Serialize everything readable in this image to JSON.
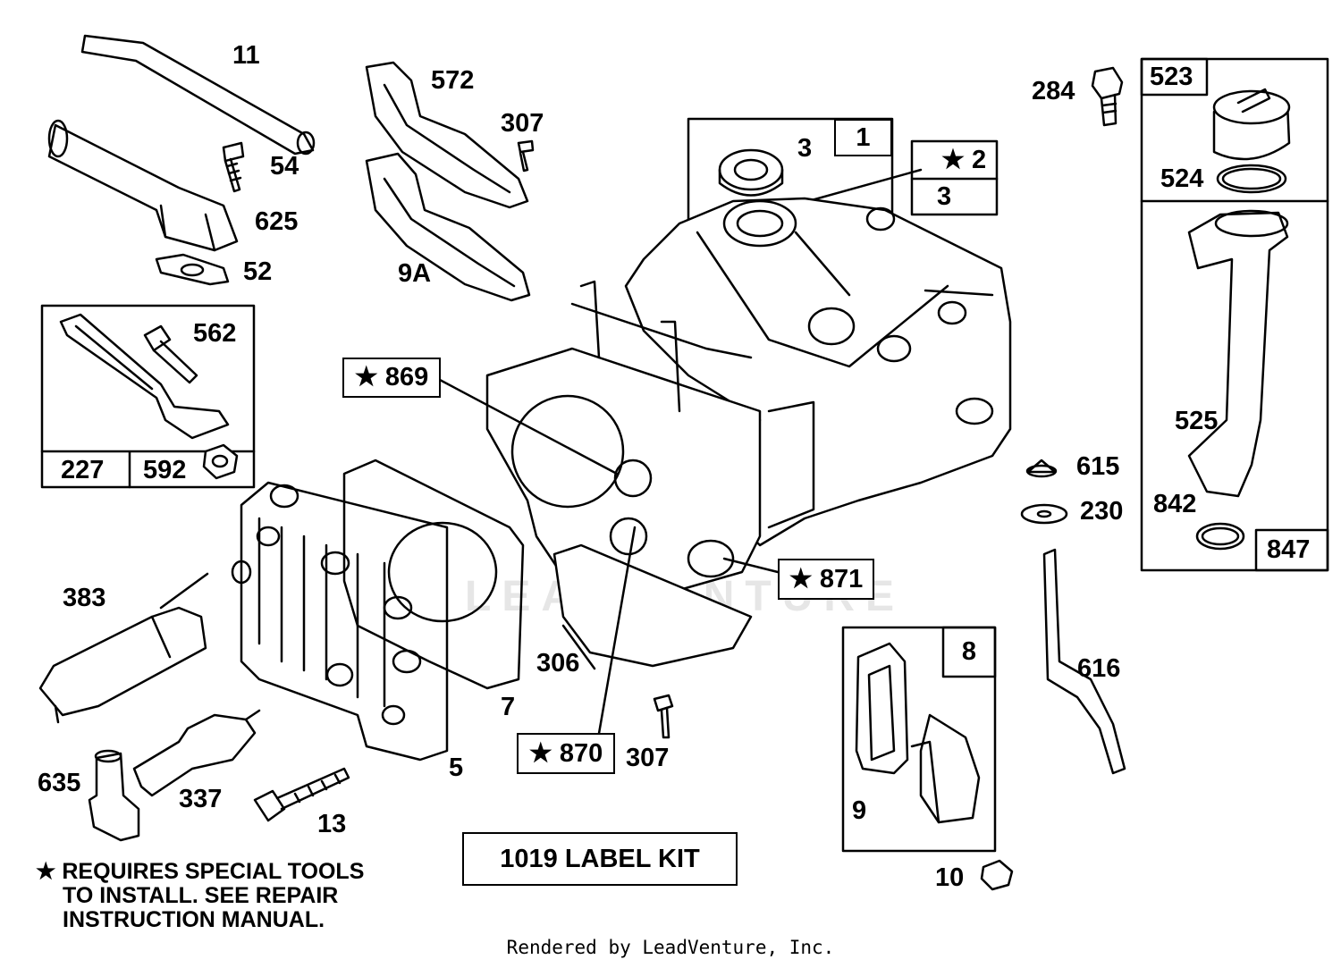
{
  "labels": {
    "p11": "11",
    "p54": "54",
    "p625": "625",
    "p52": "52",
    "p572": "572",
    "p307a": "307",
    "p9A": "9A",
    "p3a": "3",
    "p1": "1",
    "p2": "★ 2",
    "p3b": "3",
    "p284": "284",
    "p523": "523",
    "p524": "524",
    "p525": "525",
    "p842": "842",
    "p847": "847",
    "p562": "562",
    "p227": "227",
    "p592": "592",
    "p869": "★ 869",
    "p871": "★ 871",
    "p870": "★ 870",
    "p615": "615",
    "p230": "230",
    "p616": "616",
    "p383": "383",
    "p306": "306",
    "p7": "7",
    "p5": "5",
    "p307b": "307",
    "p8": "8",
    "p9": "9",
    "p10": "10",
    "p635": "635",
    "p337": "337",
    "p13": "13"
  },
  "label_kit": "1019 LABEL KIT",
  "note": {
    "line1": "★ REQUIRES SPECIAL TOOLS",
    "line2": "TO INSTALL.  SEE REPAIR",
    "line3": "INSTRUCTION MANUAL."
  },
  "watermark": "LEADVENTURE",
  "footer": "Rendered by LeadVenture, Inc."
}
